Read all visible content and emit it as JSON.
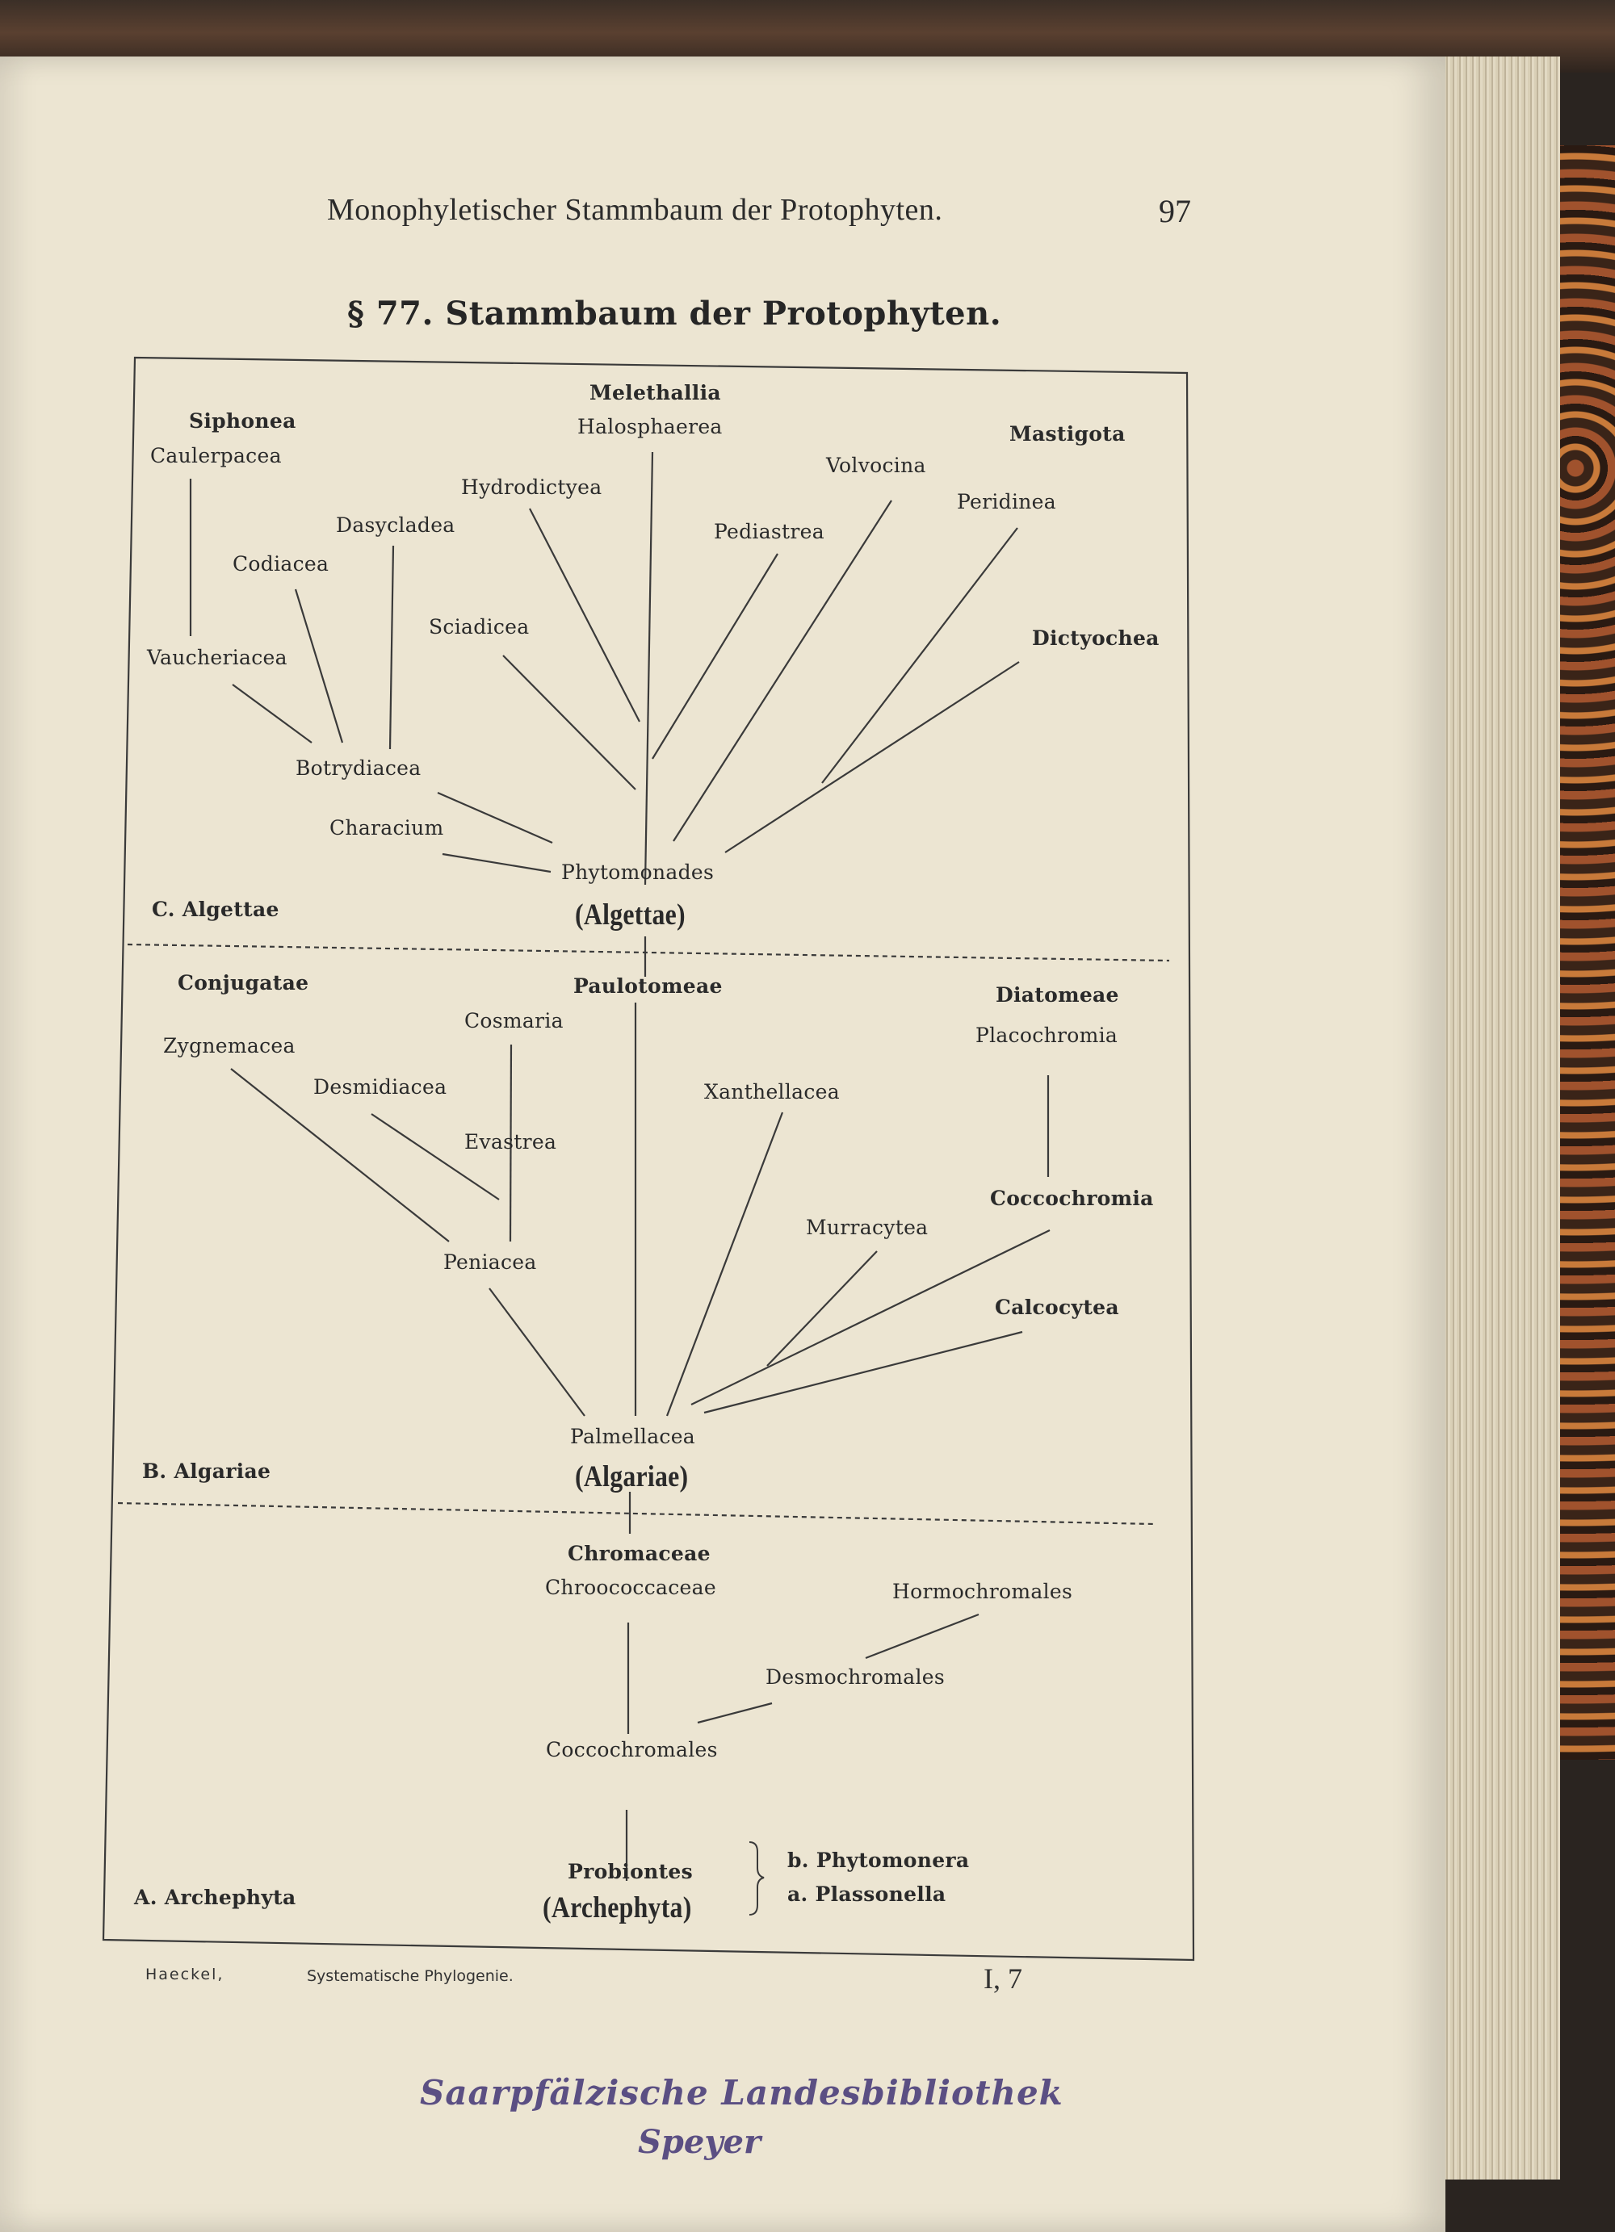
{
  "running_head": "Monophyletischer Stammbaum der Protophyten.",
  "page_number": "97",
  "section_title": "§ 77. Stammbaum der Protophyten.",
  "algettae": {
    "melethallia": "Melethallia",
    "halosphaerea": "Halosphaerea",
    "siphonea": "Siphonea",
    "caulerpacea": "Caulerpacea",
    "mastigota": "Mastigota",
    "volvocina": "Volvocina",
    "peridinea": "Peridinea",
    "hydrodictyea": "Hydrodictyea",
    "dasycladea": "Dasycladea",
    "pediastrea": "Pediastrea",
    "codiacea": "Codiacea",
    "sciadicea": "Sciadicea",
    "vaucheriacea": "Vaucheriacea",
    "dictyochea": "Dictyochea",
    "botrydiacea": "Botrydiacea",
    "characium": "Characium",
    "phytomonades": "Phytomonades",
    "root": "(Algettae)",
    "group_label": "C. Algettae"
  },
  "algariae": {
    "conjugatae": "Conjugatae",
    "paulotomeae": "Paulotomeae",
    "diatomeae": "Diatomeae",
    "cosmaria": "Cosmaria",
    "placochromia": "Placochromia",
    "zygnemacea": "Zygnemacea",
    "desmidiacea": "Desmidiacea",
    "xanthellacea": "Xanthellacea",
    "evastrea": "Evastrea",
    "coccochromia": "Coccochromia",
    "murracytea": "Murracytea",
    "peniacea": "Peniacea",
    "calcocytea": "Calcocytea",
    "palmellacea": "Palmellacea",
    "root": "(Algariae)",
    "group_label": "B. Algariae"
  },
  "archephyta": {
    "chromaceae": "Chromaceae",
    "chroococcaceae": "Chroococcaceae",
    "hormochromales": "Hormochromales",
    "desmochromales": "Desmochromales",
    "coccochromales": "Coccochromales",
    "probiontes": "Probiontes",
    "root": "(Archephyta)",
    "phytomonera": "b. Phytomonera",
    "plassonella": "a. Plassonella",
    "group_label": "A. Archephyta"
  },
  "footer": {
    "author": "Haeckel,",
    "title": "Systematische Phylogenie.",
    "signature": "I, 7"
  },
  "stamp": {
    "line1": "Saarpfälzische Landesbibliothek",
    "line2": "Speyer"
  }
}
